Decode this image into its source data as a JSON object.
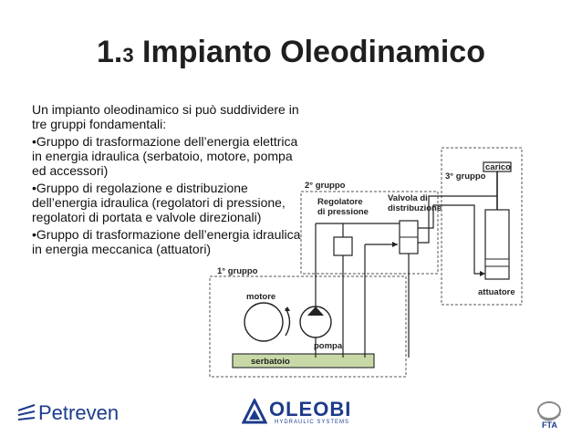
{
  "slide": {
    "title_main": "1.",
    "title_section": "3",
    "title_rest": " Impianto Oleodinamico",
    "paragraphs": [
      "Un impianto oleodinamico si può suddividere in tre gruppi fondamentali:",
      "•Gruppo di trasformazione dell’energia elettrica in energia idraulica (serbatoio, motore, pompa ed accessori)",
      "•Gruppo di regolazione e distribuzione dell’energia idraulica (regolatori di pressione, regolatori di portata e valvole direzionali)",
      "•Gruppo di trasformazione dell’energia idraulica in energia meccanica (attuatori)"
    ]
  },
  "diagram": {
    "group1": "1° gruppo",
    "group2": "2° gruppo",
    "group3": "3° gruppo",
    "regolatore_line1": "Regolatore",
    "regolatore_line2": "di pressione",
    "valvola_line1": "Valvola di",
    "valvola_line2": "distribuzione",
    "carico": "carico",
    "attuatore": "attuatore",
    "motore": "motore",
    "pompa": "pompa",
    "serbatoio": "serbatoio"
  },
  "footer": {
    "petreven_logo": "Petreven",
    "oleobi_logo": "OLEOBI",
    "oleobi_tagline": "HYDRAULIC SYSTEMS",
    "fta_logo": "FTA"
  },
  "colors": {
    "logo_blue": "#1d3b8c",
    "tank_fill": "#c8d9a8",
    "text": "#111111"
  }
}
